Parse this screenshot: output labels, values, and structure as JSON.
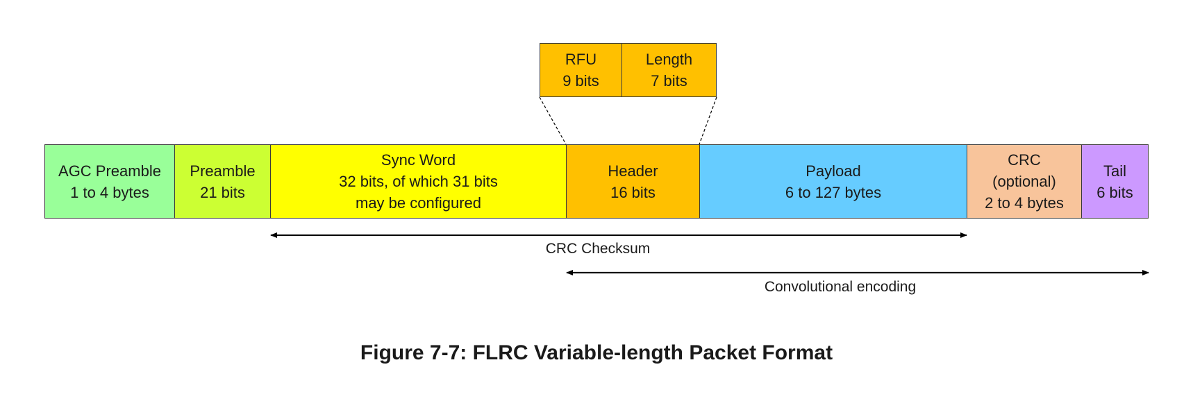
{
  "sub_fields": {
    "rfu": {
      "name": "RFU",
      "size": "9 bits",
      "color": "#FFC000"
    },
    "length": {
      "name": "Length",
      "size": "7 bits",
      "color": "#FFC000"
    }
  },
  "fields": {
    "agc_preamble": {
      "lines": [
        "AGC Preamble",
        "1 to 4 bytes"
      ],
      "color": "#99FF99"
    },
    "preamble": {
      "lines": [
        "Preamble",
        "21 bits"
      ],
      "color": "#CCFF33"
    },
    "sync_word": {
      "lines": [
        "Sync Word",
        "32 bits, of which 31 bits",
        "may be configured"
      ],
      "color": "#FFFF00"
    },
    "header": {
      "lines": [
        "Header",
        "16 bits"
      ],
      "color": "#FFC000"
    },
    "payload": {
      "lines": [
        "Payload",
        "6 to 127 bytes"
      ],
      "color": "#66CCFF"
    },
    "crc": {
      "lines": [
        "CRC",
        "(optional)",
        "2 to 4 bytes"
      ],
      "color": "#F8C49B"
    },
    "tail": {
      "lines": [
        "Tail",
        "6 bits"
      ],
      "color": "#CC99FF"
    }
  },
  "spans": {
    "crc_checksum": "CRC Checksum",
    "convolutional_encoding": "Convolutional encoding"
  },
  "caption": "Figure 7-7: FLRC Variable-length Packet Format"
}
